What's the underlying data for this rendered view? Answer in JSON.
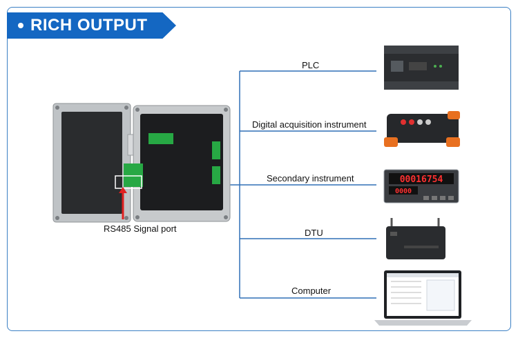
{
  "banner": {
    "title": "RICH OUTPUT"
  },
  "box": {
    "caption": "RS485 Signal port"
  },
  "outputs": [
    {
      "label": "PLC",
      "icon": "plc-icon"
    },
    {
      "label": "Digital acquisition instrument",
      "icon": "daq-icon"
    },
    {
      "label": "Secondary instrument",
      "icon": "panel-meter-icon"
    },
    {
      "label": "DTU",
      "icon": "dtu-icon"
    },
    {
      "label": "Computer",
      "icon": "laptop-icon"
    }
  ],
  "meter": {
    "top_readout": "00016754",
    "bottom_readout": "0000"
  },
  "colors": {
    "accent": "#1467c2",
    "line": "#2f6fb5",
    "arrow": "#e02020",
    "meter_text": "#ff3030"
  }
}
